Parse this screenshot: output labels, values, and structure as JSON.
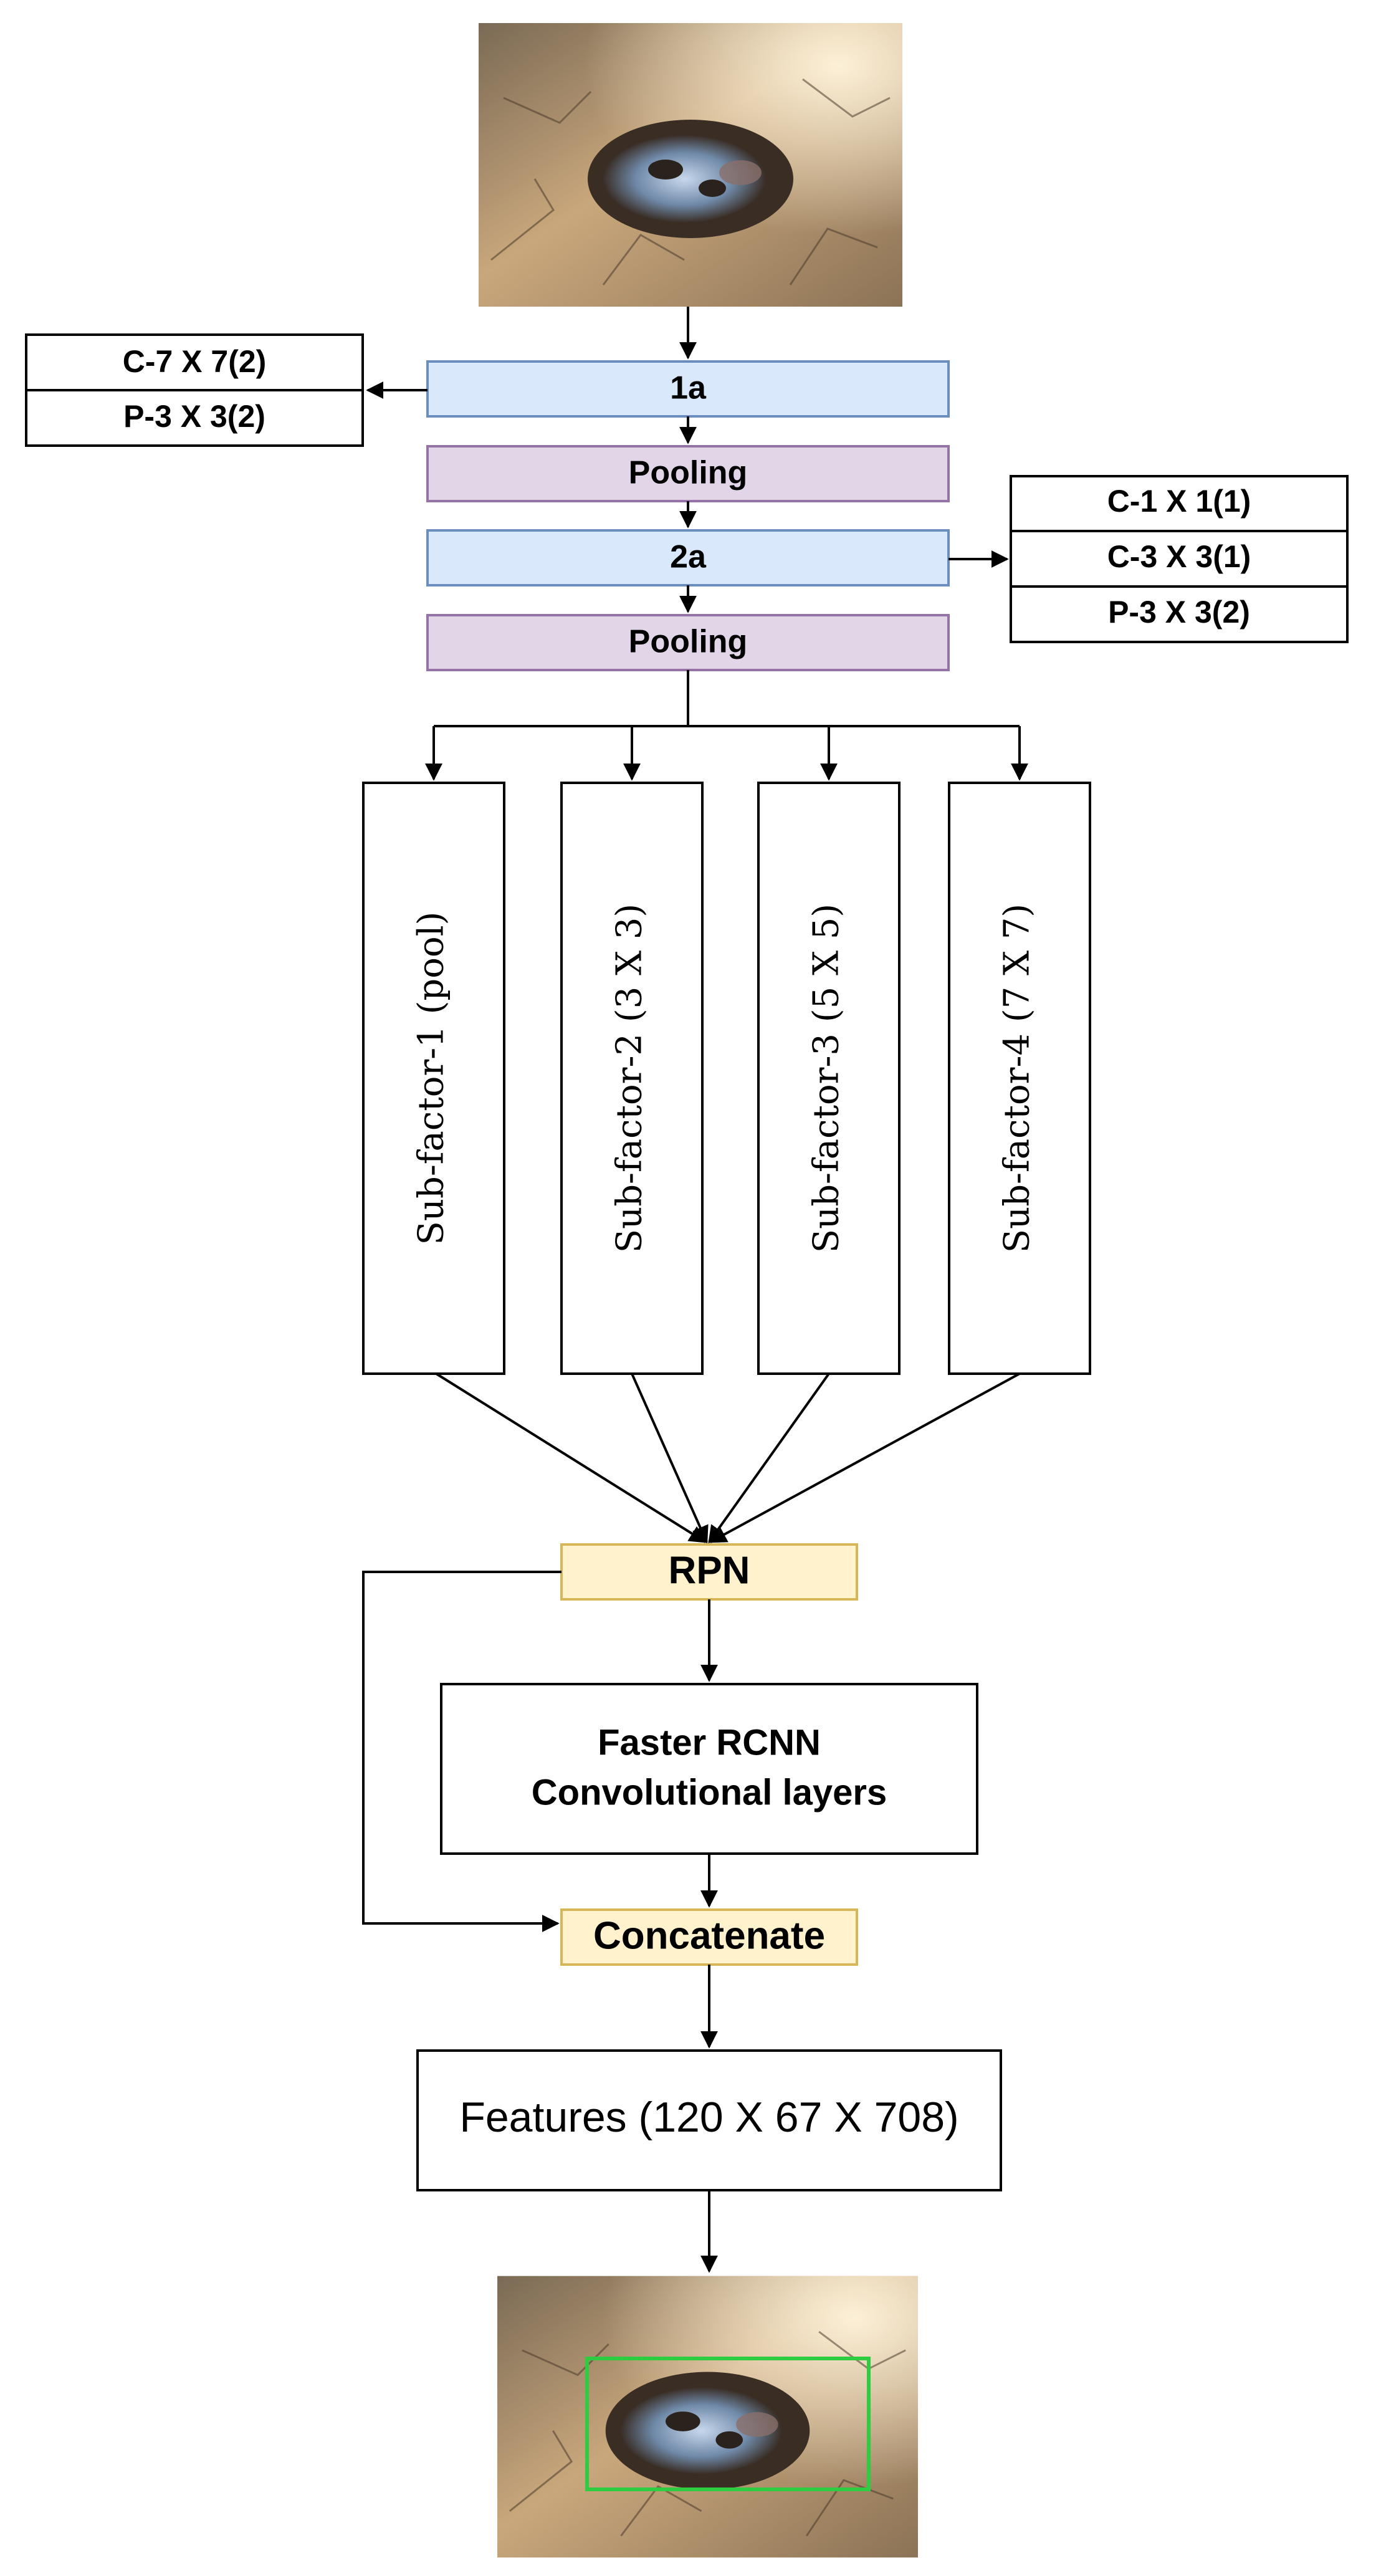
{
  "nodes": {
    "layer_1a": "1a",
    "pooling_1": "Pooling",
    "layer_2a": "2a",
    "pooling_2": "Pooling",
    "rpn": "RPN",
    "faster_rcnn_line1": "Faster RCNN",
    "faster_rcnn_line2": "Convolutional layers",
    "concatenate": "Concatenate",
    "features": "Features (120 X 67 X 708)"
  },
  "side_tables": {
    "left": [
      "C-7 X 7(2)",
      "P-3 X 3(2)"
    ],
    "right": [
      "C-1 X 1(1)",
      "C-3 X 3(1)",
      "P-3 X 3(2)"
    ]
  },
  "sub_factors": [
    "Sub-factor-1 (pool)",
    "Sub-factor-2 (3 X 3)",
    "Sub-factor-3 (5 X 5)",
    "Sub-factor-4 (7 X 7)"
  ],
  "colors": {
    "conv_fill": "#dae8fc",
    "conv_stroke": "#6c8ebf",
    "pool_fill": "#e1d5e7",
    "pool_stroke": "#9673a6",
    "rpn_fill": "#fff2cc",
    "rpn_stroke": "#d6b656",
    "detection_box": "#2ecc40"
  },
  "icons": {
    "input_image": "pothole-road-photo",
    "output_image": "pothole-road-photo-with-detection-box"
  }
}
